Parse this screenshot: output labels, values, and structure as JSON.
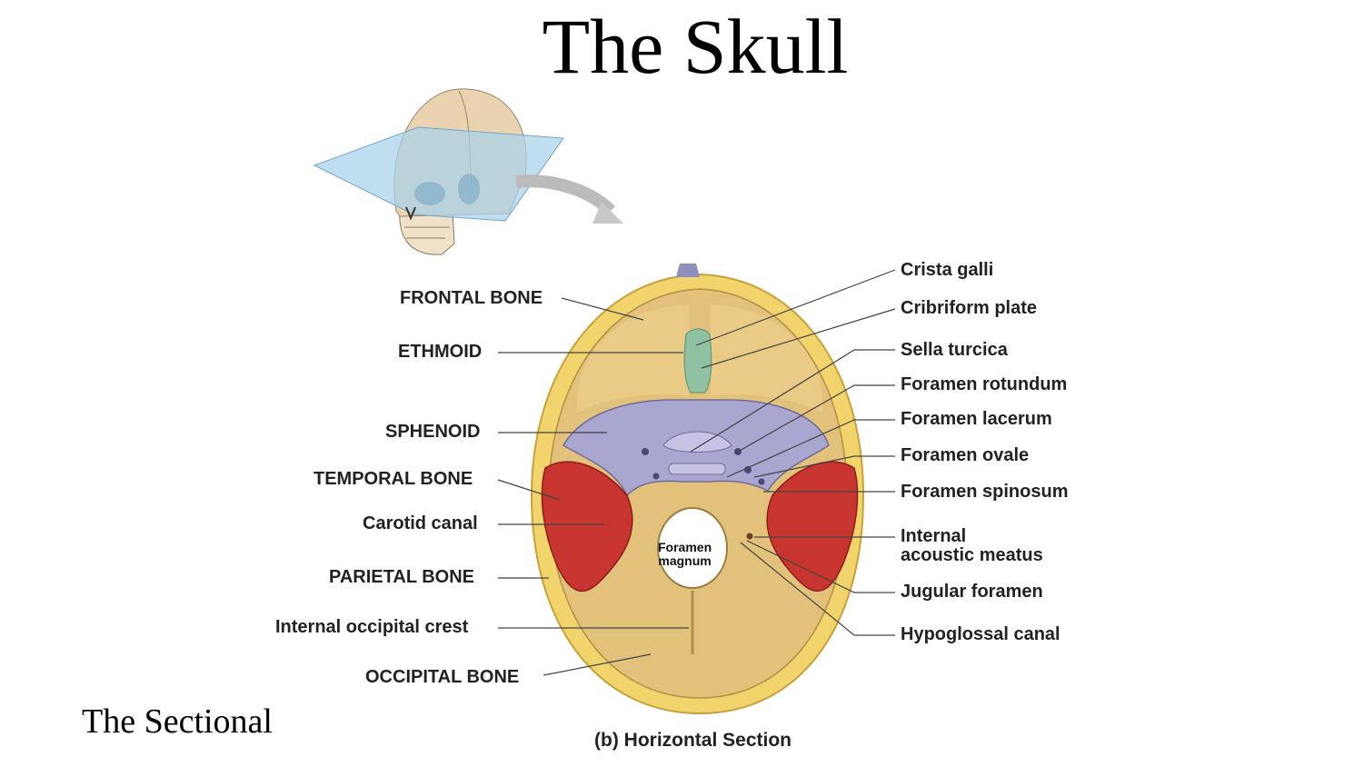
{
  "slide": {
    "title": "The Skull",
    "bottom_note": "The Sectional",
    "caption": "(b) Horizontal Section"
  },
  "labels_left": {
    "frontal_bone": "FRONTAL BONE",
    "ethmoid": "ETHMOID",
    "sphenoid": "SPHENOID",
    "temporal_bone": "TEMPORAL BONE",
    "carotid_canal": "Carotid canal",
    "parietal_bone": "PARIETAL BONE",
    "internal_occipital_crest": "Internal occipital crest",
    "occipital_bone": "OCCIPITAL BONE"
  },
  "labels_right": {
    "crista_galli": "Crista galli",
    "cribriform_plate": "Cribriform plate",
    "sella_turcica": "Sella turcica",
    "foramen_rotundum": "Foramen rotundum",
    "foramen_lacerum": "Foramen lacerum",
    "foramen_ovale": "Foramen ovale",
    "foramen_spinosum": "Foramen spinosum",
    "internal_acoustic_meatus_1": "Internal",
    "internal_acoustic_meatus_2": "acoustic meatus",
    "jugular_foramen": "Jugular foramen",
    "hypoglossal_canal": "Hypoglossal canal"
  },
  "labels_inner": {
    "foramen_magnum_1": "Foramen",
    "foramen_magnum_2": "magnum"
  },
  "colors": {
    "bone": "#e2c27a",
    "sphenoid": "#a9a6cf",
    "temporal": "#c8342f",
    "ethmoid": "#8fc2a3",
    "rim": "#f0d36a",
    "plane": "#a9d3ea"
  }
}
